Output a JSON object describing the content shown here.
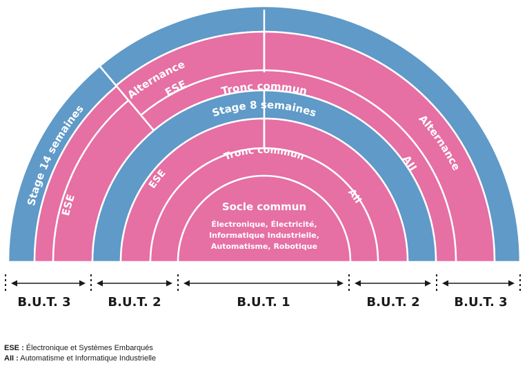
{
  "colors": {
    "blue": "#5f9ac8",
    "pink": "#e66fa4",
    "white": "#ffffff",
    "text_dark": "#1a1a1a"
  },
  "labels": {
    "alternance_top": "Alternance",
    "ese_outer": "ESE",
    "tronc_outer": "Tronc commun",
    "alternance_right": "Alternance",
    "aii_outer": "AII",
    "stage14": "Stage 14 semaines",
    "ese_left": "ESE",
    "stage8": "Stage 8 semaines",
    "ese_inner": "ESE",
    "tronc_inner": "Tronc commun",
    "aii_inner": "AII",
    "socle_title": "Socle commun",
    "socle_line1": "Électronique,  Électricité,",
    "socle_line2": "Informatique Industrielle,",
    "socle_line3": "Automatisme, Robotique"
  },
  "scale": [
    {
      "label": "B.U.T. 3"
    },
    {
      "label": "B.U.T. 2"
    },
    {
      "label": "B.U.T. 1"
    },
    {
      "label": "B.U.T. 2"
    },
    {
      "label": "B.U.T. 3"
    }
  ],
  "legend": {
    "ese_abbr": "ESE :",
    "ese_text": " Électronique et Systèmes Embarqués",
    "aii_abbr": "AII :",
    "aii_text": " Automatisme et Informatique Industrielle"
  }
}
